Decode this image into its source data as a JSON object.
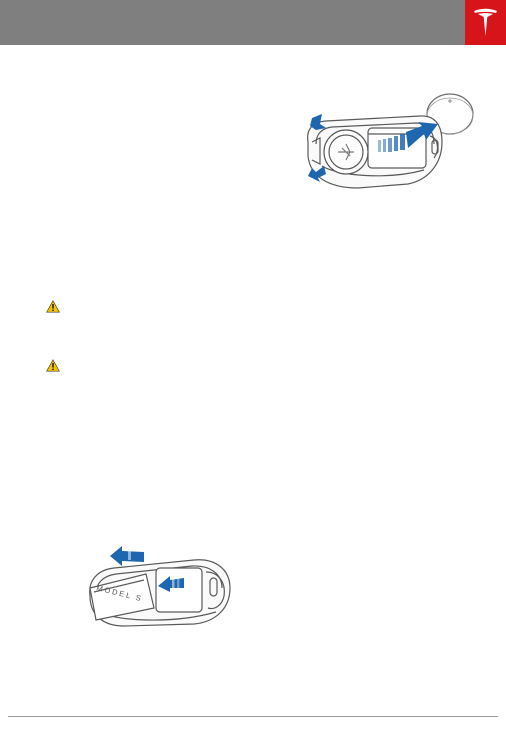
{
  "header": {
    "brand": "tesla-logo",
    "colors": {
      "bar": "#7f7f7f",
      "logo_bg": "#d8141b"
    }
  },
  "figures": [
    {
      "name": "key-fob-battery-removal",
      "icons": [
        "battery-coin-icon",
        "arrow-icon"
      ]
    },
    {
      "name": "key-fob-cover-removal",
      "label": "MODEL S",
      "icons": [
        "arrow-icon"
      ]
    }
  ],
  "warnings": [
    {
      "icon": "warning-triangle-icon",
      "color": "#f2c400"
    },
    {
      "icon": "warning-triangle-icon",
      "color": "#f2c400"
    }
  ],
  "accent_color": "#1f66b0"
}
